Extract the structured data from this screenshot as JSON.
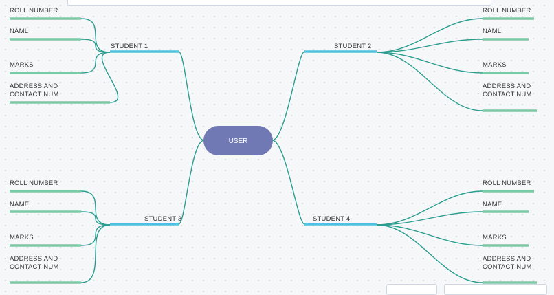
{
  "root": {
    "label": "USER",
    "fill": "#7079b3"
  },
  "colors": {
    "connector": "#2a9d8f",
    "branch_bar": "#4dc2e0",
    "leaf_bar": "#7ccaa5"
  },
  "branches": [
    {
      "label": "STUDENT 1",
      "leaves": [
        "ROLL NUMBER",
        "NAML",
        "MARKS",
        "ADDRESS AND\nCONTACT NUM"
      ]
    },
    {
      "label": "STUDENT 2",
      "leaves": [
        "ROLL NUMBER",
        "NAML",
        "MARKS",
        "ADDRESS AND\nCONTACT NUM"
      ]
    },
    {
      "label": "STUDENT 3",
      "leaves": [
        "ROLL NUMBER",
        "NAME",
        "MARKS",
        "ADDRESS AND\nCONTACT NUM"
      ]
    },
    {
      "label": "STUDENT 4",
      "leaves": [
        "ROLL NUMBER",
        "NAME",
        "MARKS",
        "ADDRESS AND\nCONTACT NUM"
      ]
    }
  ]
}
